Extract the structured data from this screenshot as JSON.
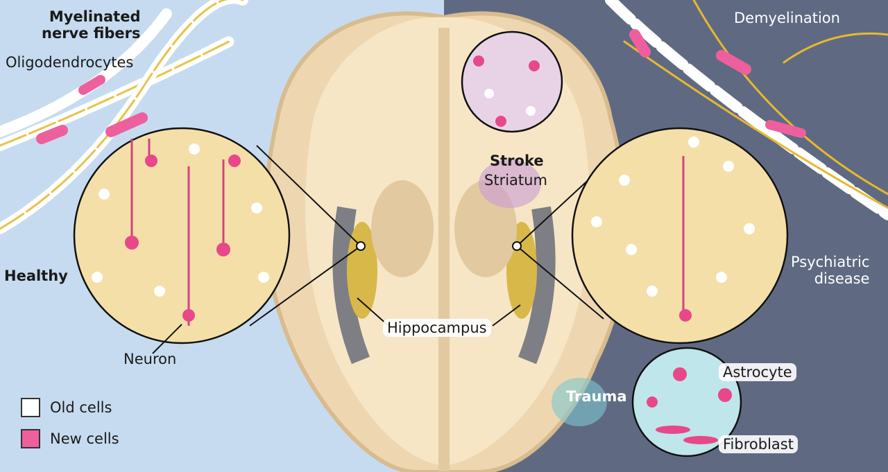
{
  "labels": {
    "myelinated": "Myelinated\nnerve fibers",
    "myelinated_line1": "Myelinated",
    "myelinated_line2": "nerve fibers",
    "oligodendrocytes": "Oligodendrocytes",
    "healthy": "Healthy",
    "neuron": "Neuron",
    "stroke": "Stroke",
    "striatum": "Striatum",
    "hippocampus": "Hippocampus",
    "demyelination": "Demyelination",
    "psychiatric_line1": "Psychiatric",
    "psychiatric_line2": "disease",
    "trauma": "Trauma",
    "astrocyte": "Astrocyte",
    "fibroblast": "Fibroblast"
  },
  "legend": [
    {
      "label": "Old cells",
      "color": "#ffffff"
    },
    {
      "label": "New cells",
      "color": "#ee5f9e"
    }
  ],
  "colors": {
    "healthy_bg": "#c6dbef",
    "disease_bg": "#5f6a82",
    "brain": "#eed7b0",
    "new_cell": "#e8488a"
  }
}
